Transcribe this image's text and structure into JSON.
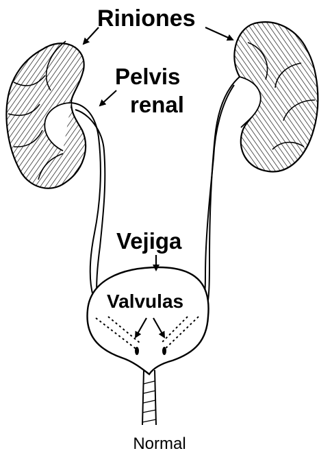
{
  "labels": {
    "kidneys": "Riniones",
    "pelvis_line1": "Pelvis",
    "pelvis_line2": "renal",
    "bladder": "Vejiga",
    "valves": "Valvulas"
  },
  "caption": "Normal",
  "colors": {
    "ink": "#000000",
    "background": "#ffffff"
  }
}
